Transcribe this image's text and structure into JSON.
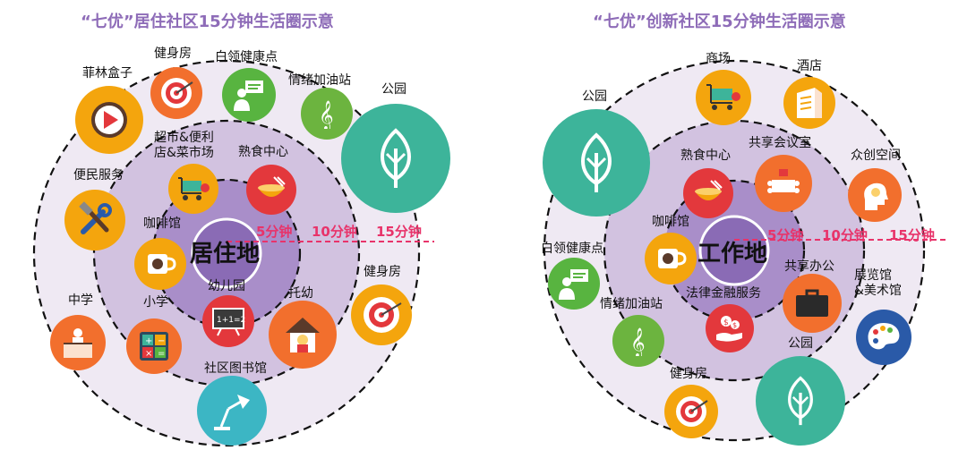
{
  "left": {
    "title": "“七优”居住社区15分钟生活圈示意",
    "center": "居住地",
    "rings": {
      "r5": "5分钟",
      "r10": "10分钟",
      "r15": "15分钟"
    },
    "labels": {
      "gym_top": "健身房",
      "white_collar": "白领健康点",
      "filin": "菲林盒子",
      "emotion_station": "情绪加油站",
      "park": "公园",
      "supermarket": "超市&便利\n店&菜市场",
      "deli": "熟食中心",
      "convenience": "便民服务",
      "cafe": "咖啡馆",
      "gym_right": "健身房",
      "kindergarten": "幼儿园",
      "middle_school": "中学",
      "primary_school": "小学",
      "nursery": "托幼",
      "library": "社区图书馆"
    }
  },
  "right": {
    "title": "“七优”创新社区15分钟生活圈示意",
    "center": "工作地",
    "rings": {
      "r5": "5分钟",
      "r10": "10分钟",
      "r15": "15分钟"
    },
    "labels": {
      "mall": "商场",
      "hotel": "酒店",
      "park_top": "公园",
      "meeting": "共享会议室",
      "deli": "熟食中心",
      "maker_space": "众创空间",
      "cafe": "咖啡馆",
      "white_collar": "白领健康点",
      "shared_office": "共享办公",
      "finance": "法律金融服务",
      "emotion_station": "情绪加油站",
      "gallery": "展览馆\n&美术馆",
      "park_bottom": "公园",
      "gym": "健身房"
    }
  },
  "colors": {
    "title": "#8e6cb8",
    "ring_label": "#e8336a",
    "outer_fill": "#efe9f3",
    "mid_fill": "#d2c2e0",
    "inner_fill": "#a98ec9",
    "core_fill": "#8a6bb5",
    "park_green": "#3db49a"
  },
  "icons": [
    "dartboard-icon",
    "presenter-icon",
    "video-play-icon",
    "music-note-icon",
    "leaf-icon",
    "cart-icon",
    "food-bowl-icon",
    "wrench-hammer-icon",
    "coffee-cup-icon",
    "teacher-desk-icon",
    "calculator-icon",
    "blackboard-icon",
    "house-child-icon",
    "desk-lamp-icon",
    "building-icon",
    "meeting-table-icon",
    "head-idea-icon",
    "briefcase-icon",
    "money-hand-icon",
    "palette-icon"
  ]
}
